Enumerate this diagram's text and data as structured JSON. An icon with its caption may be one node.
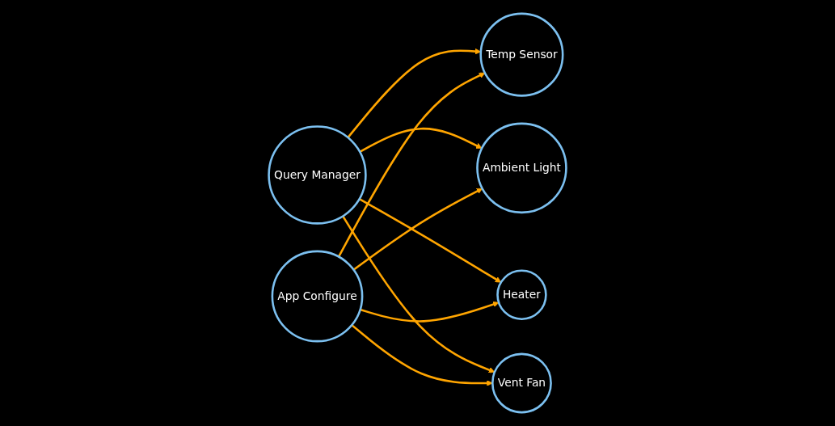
{
  "diagram": {
    "nodes": [
      {
        "text": [
          "Query Manager"
        ]
      },
      {
        "text": [
          "Temp Sensor"
        ]
      },
      {
        "text": [
          "Heater"
        ]
      },
      {
        "text": [
          "App Configure"
        ]
      },
      {
        "text": [
          "Ambient Light"
        ]
      },
      {
        "text": [
          "Vent Fan"
        ]
      }
    ],
    "edges": [
      {
        "from": 0,
        "to": 1,
        "arrow": "to"
      },
      {
        "from": 0,
        "to": 4,
        "arrow": "to"
      },
      {
        "from": 0,
        "to": 2,
        "arrow": "to"
      },
      {
        "from": 0,
        "to": 5,
        "arrow": "to"
      },
      {
        "from": 3,
        "to": 1,
        "arrow": "to"
      },
      {
        "from": 3,
        "to": 4,
        "arrow": "to"
      },
      {
        "from": 3,
        "to": 2,
        "arrow": "to"
      },
      {
        "from": 3,
        "to": 5,
        "arrow": "to"
      }
    ]
  }
}
